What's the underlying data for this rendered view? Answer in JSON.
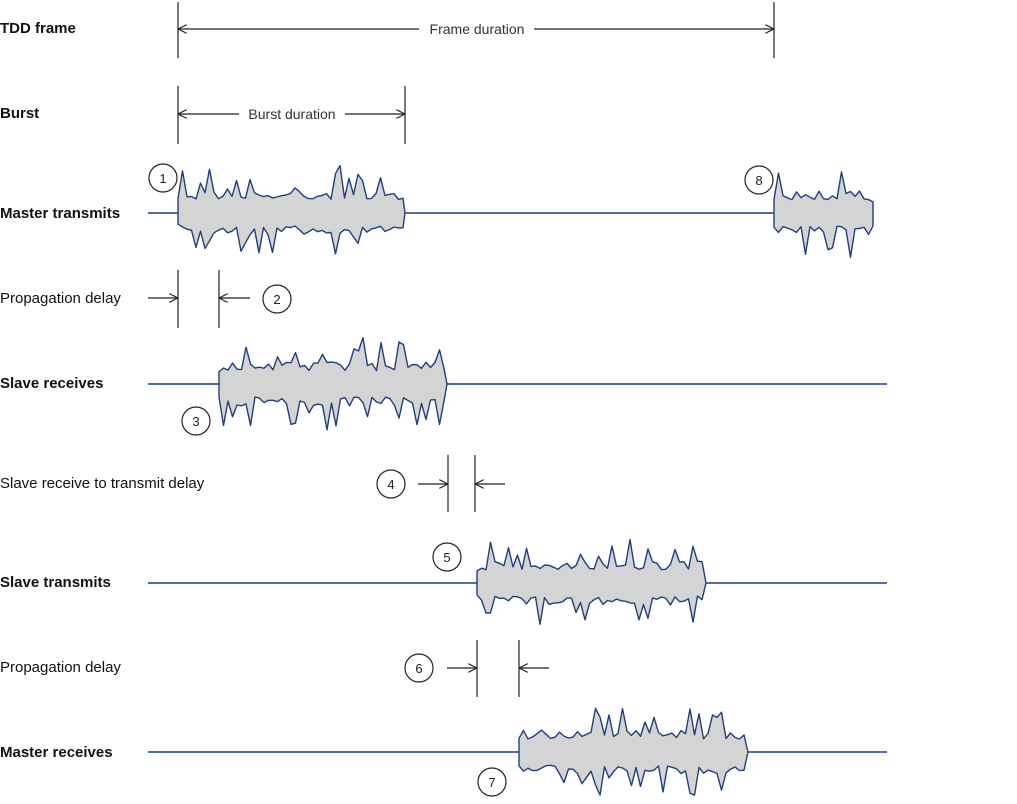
{
  "rows": [
    {
      "id": "tdd-frame",
      "label": "TDD frame",
      "bold": true
    },
    {
      "id": "burst",
      "label": "Burst",
      "bold": true
    },
    {
      "id": "master-transmits",
      "label": "Master transmits",
      "bold": true
    },
    {
      "id": "prop-delay-1",
      "label": "Propagation delay",
      "bold": false
    },
    {
      "id": "slave-receives",
      "label": "Slave receives",
      "bold": true
    },
    {
      "id": "slave-rx-tx-delay",
      "label": "Slave receive to transmit delay",
      "bold": false
    },
    {
      "id": "slave-transmits",
      "label": "Slave transmits",
      "bold": true
    },
    {
      "id": "prop-delay-2",
      "label": "Propagation delay",
      "bold": false
    },
    {
      "id": "master-receives",
      "label": "Master receives",
      "bold": true
    }
  ],
  "dimensions": {
    "frame": "Frame duration",
    "burst": "Burst duration"
  },
  "markers": [
    "1",
    "2",
    "3",
    "4",
    "5",
    "6",
    "7",
    "8"
  ],
  "colors": {
    "signal_line": "#1f3f7f",
    "burst_fill": "#d4d4d4"
  }
}
